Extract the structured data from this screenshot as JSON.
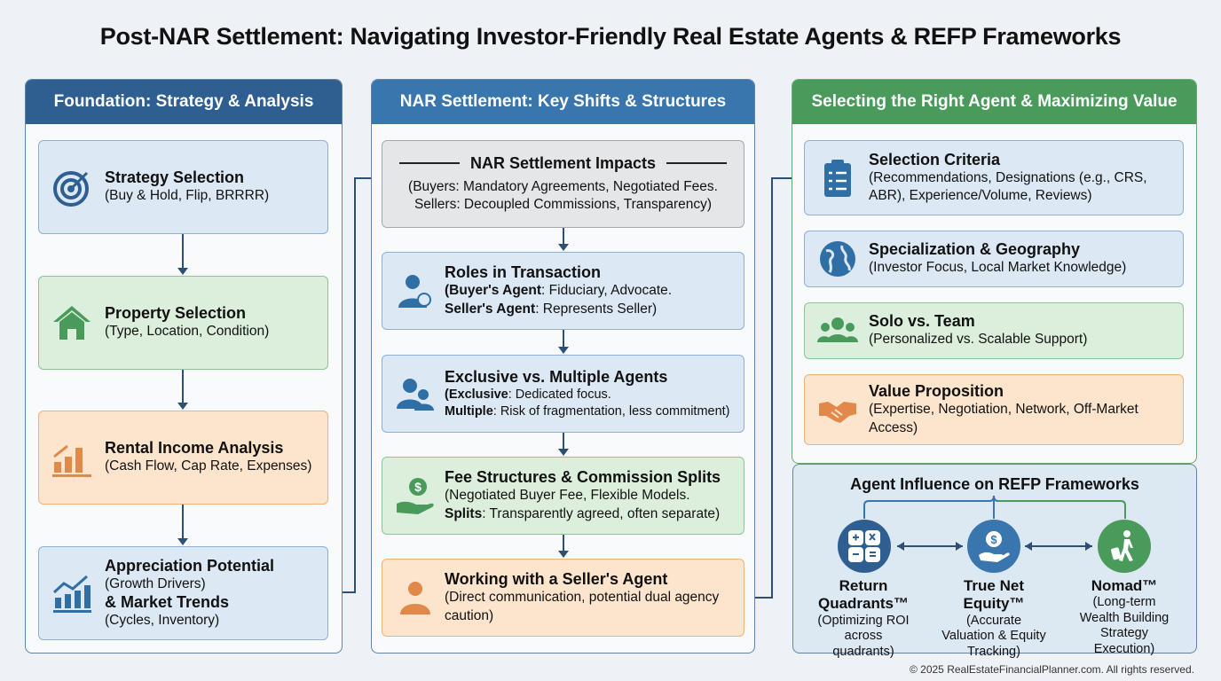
{
  "title": "Post-NAR Settlement: Navigating Investor-Friendly Real Estate Agents & REFP Frameworks",
  "columns": [
    {
      "header": "Foundation: Strategy & Analysis",
      "color": "#2f5f91",
      "cards": [
        {
          "title": "Strategy Selection",
          "sub": "(Buy & Hold, Flip, BRRRR)",
          "icon": "target-icon"
        },
        {
          "title": "Property Selection",
          "sub": "(Type, Location, Condition)",
          "icon": "house-icon"
        },
        {
          "title": "Rental Income Analysis",
          "sub": "(Cash Flow, Cap Rate, Expenses)",
          "icon": "bar-chart-icon"
        },
        {
          "title": "Appreciation Potential",
          "sub": "(Growth Drivers)",
          "title2": "& Market Trends",
          "sub2": "(Cycles, Inventory)",
          "icon": "trend-chart-icon"
        }
      ]
    },
    {
      "header": "NAR Settlement: Key Shifts & Structures",
      "color": "#3a76ae",
      "cards": [
        {
          "title": "NAR Settlement Impacts",
          "sub": "(Buyers: Mandatory Agreements, Negotiated Fees.",
          "sub2": "Sellers: Decoupled Commissions, Transparency)"
        },
        {
          "title": "Roles in Transaction",
          "b1": "(Buyer's Agent",
          "r1": ": Fiduciary, Advocate.",
          "b2": "Seller's Agent",
          "r2": ": Represents Seller)",
          "icon": "agent-icon"
        },
        {
          "title": "Exclusive vs. Multiple Agents",
          "b1": "(Exclusive",
          "r1": ": Dedicated focus.",
          "b2": "Multiple",
          "r2": ": Risk of fragmentation, less commitment)",
          "icon": "people-icon"
        },
        {
          "title": "Fee Structures & Commission Splits",
          "sub": "(Negotiated Buyer Fee, Flexible Models.",
          "b2": "Splits",
          "r2": ": Transparently agreed, often separate)",
          "icon": "money-hand-icon"
        },
        {
          "title": "Working with a Seller's Agent",
          "sub": "(Direct communication, potential dual agency caution)",
          "icon": "person-icon"
        }
      ]
    },
    {
      "header": "Selecting the Right Agent & Maximizing Value",
      "color": "#4a9a5c",
      "cards": [
        {
          "title": "Selection Criteria",
          "sub": "(Recommendations, Designations (e.g., CRS, ABR), Experience/Volume, Reviews)",
          "icon": "clipboard-icon"
        },
        {
          "title": "Specialization & Geography",
          "sub": "(Investor Focus, Local Market Knowledge)",
          "icon": "globe-icon"
        },
        {
          "title": "Solo vs. Team",
          "sub": "(Personalized vs. Scalable Support)",
          "icon": "team-icon"
        },
        {
          "title": "Value Proposition",
          "sub": "(Expertise, Negotiation, Network, Off-Market Access)",
          "icon": "handshake-icon"
        }
      ]
    }
  ],
  "refp": {
    "title": "Agent Influence on REFP Frameworks",
    "items": [
      {
        "name1": "Return",
        "name2": "Quadrants™",
        "desc": "(Optimizing ROI across quadrants)"
      },
      {
        "name1": "True Net",
        "name2": "Equity™",
        "desc": "(Accurate Valuation & Equity Tracking)"
      },
      {
        "name1": "Nomad™",
        "name2": "",
        "desc": "(Long-term Wealth Building Strategy Execution)"
      }
    ]
  },
  "copyright": "© 2025 RealEstateFinancialPlanner.com. All rights reserved."
}
